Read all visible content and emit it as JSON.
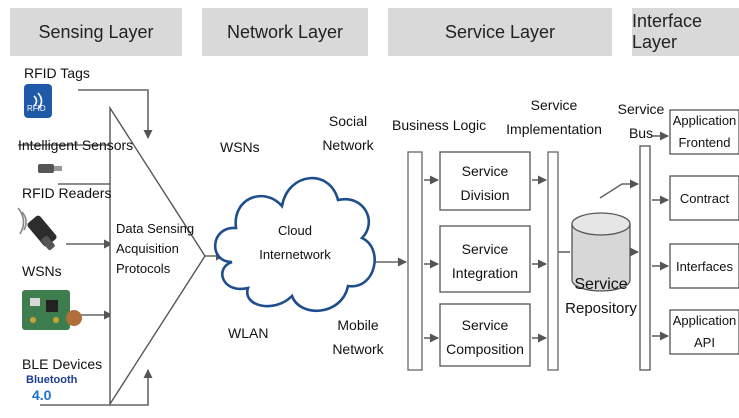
{
  "headers": [
    {
      "label": "Sensing Layer"
    },
    {
      "label": "Network Layer"
    },
    {
      "label": "Service Layer"
    },
    {
      "label": "Interface Layer"
    }
  ],
  "sensing": {
    "devices": [
      "RFID Tags",
      "Intelligent Sensors",
      "RFID Readers",
      "WSNs",
      "BLE Devices"
    ],
    "rfid_icon_text": "RFID",
    "bluetooth_icon_text": "Bluetooth",
    "bluetooth_version": "4.0",
    "protocols_block": {
      "line1": "Data Sensing",
      "line2": "Acquisition",
      "line3": "Protocols"
    }
  },
  "network": {
    "wsns": "WSNs",
    "social": {
      "line1": "Social",
      "line2": "Network"
    },
    "cloud": {
      "line1": "Cloud",
      "line2": "Internetwork"
    },
    "wlan": "WLAN",
    "mobile": {
      "line1": "Mobile",
      "line2": "Network"
    }
  },
  "service": {
    "business_logic": "Business Logic",
    "implementation": {
      "line1": "Service",
      "line2": "Implementation"
    },
    "boxes": [
      {
        "line1": "Service",
        "line2": "Division"
      },
      {
        "line1": "Service",
        "line2": "Integration"
      },
      {
        "line1": "Service",
        "line2": "Composition"
      }
    ],
    "repository": {
      "line1": "Service",
      "line2": "Repository"
    }
  },
  "interface": {
    "bus": {
      "line1": "Service",
      "line2": "Bus"
    },
    "boxes": [
      {
        "line1": "Application",
        "line2": "Frontend"
      },
      {
        "line1": "Contract",
        "line2": ""
      },
      {
        "line1": "Interfaces",
        "line2": ""
      },
      {
        "line1": "Application",
        "line2": "API"
      }
    ]
  }
}
